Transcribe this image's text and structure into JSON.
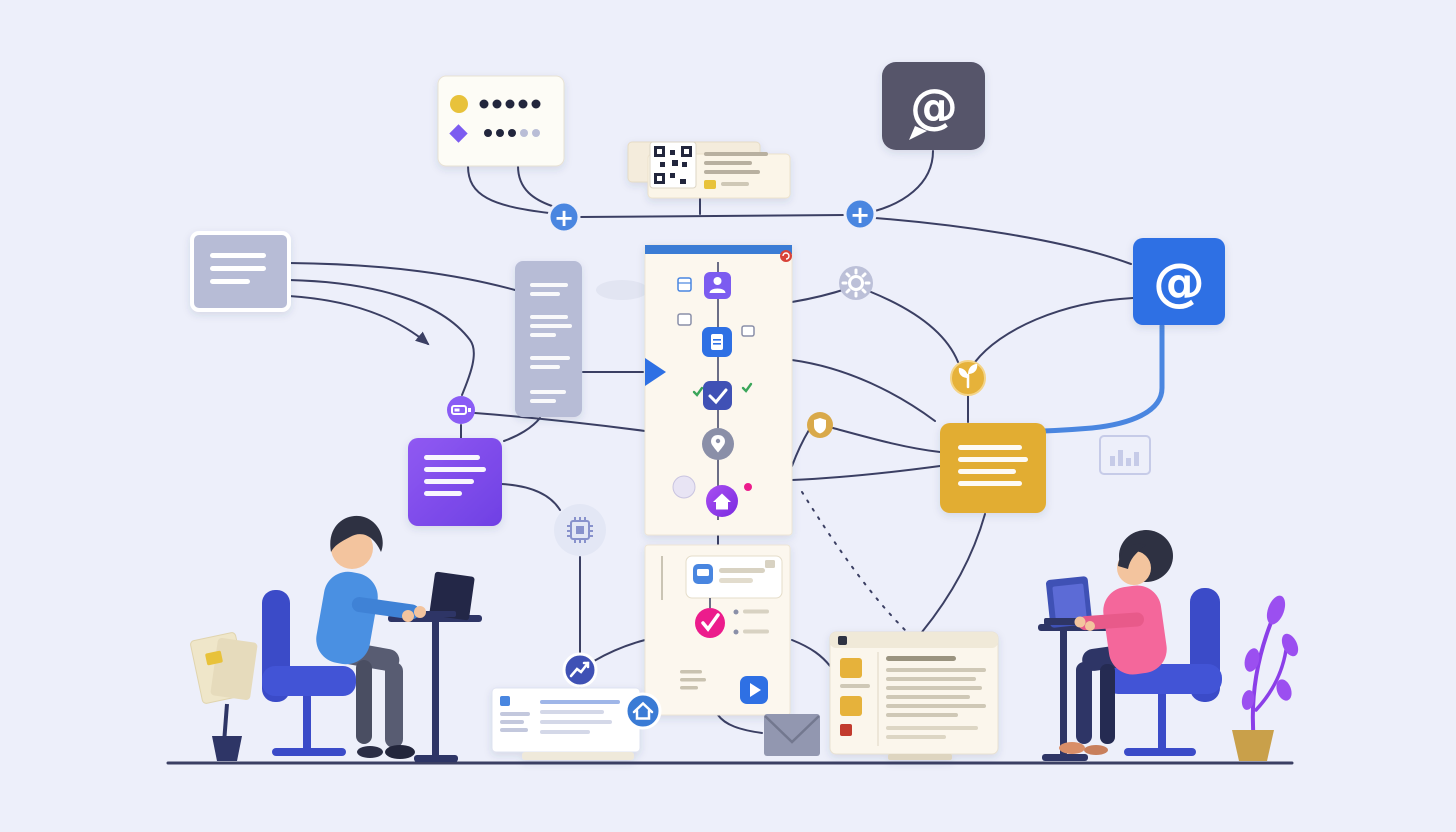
{
  "meta": {
    "description": "Flat illustration of two people working at desks connected by an automation flowchart of cards, badges and app windows",
    "background_color": "#edeffa",
    "floor_color": "#3b3f63"
  },
  "palette": {
    "navy_line": "#3b3f63",
    "blue": "#2f6fe4",
    "light_blue": "#4a86e0",
    "header_blue": "#3a7bd5",
    "purple": "#8a5cf5",
    "violet": "#7c5cf0",
    "gold": "#e6b23a",
    "cream_panel": "#fcf7ee",
    "slate": "#56546b",
    "gray_lavender": "#b7bcd6",
    "pink": "#ec1e8c",
    "indigo": "#3f51b5",
    "chair_blue": "#3b4bc8",
    "skin": "#f3c49e",
    "hair": "#2e3142",
    "shirt_blue": "#4a90e2",
    "top_pink": "#f4679b",
    "plant_purple": "#8b3fe8",
    "pot_gold": "#c9a04a"
  },
  "badges": {
    "plus_left": {
      "glyph": "+",
      "bg": "#4a86e0",
      "icon": "plus-icon"
    },
    "plus_right": {
      "glyph": "+",
      "bg": "#4a86e0",
      "icon": "plus-icon"
    },
    "chat_at": {
      "glyph": "@",
      "bg": "#56546b",
      "icon": "at-chat-bubble-icon"
    },
    "email_at": {
      "glyph": "@",
      "bg": "#2f6fe4",
      "icon": "at-sign-icon"
    },
    "gear": {
      "bg": "#bcc0d8",
      "icon": "gear-icon"
    },
    "sprout": {
      "bg": "#e6b23a",
      "icon": "sprout-icon"
    },
    "mini_shield": {
      "bg": "#d9a94a",
      "icon": "shield-icon"
    },
    "battery": {
      "bg": "#8a5cf5",
      "icon": "battery-icon"
    },
    "chip": {
      "bg": "#e3e7f5",
      "icon": "chip-icon"
    },
    "trend": {
      "bg": "#3f51b5",
      "icon": "trend-line-icon"
    },
    "home": {
      "bg": "#3a7bd5",
      "icon": "home-icon"
    },
    "refresh_red": {
      "bg": "#d84339",
      "icon": "refresh-icon"
    }
  },
  "cards": {
    "password_card": {
      "rows": [
        {
          "bullet": "yellow-circle",
          "dot_count": 5
        },
        {
          "bullet": "purple-diamond",
          "dot_count": 5
        }
      ]
    },
    "qr_card": {
      "icon": "qr-code-icon",
      "text_line_count": 3,
      "chip_color": "#e8c23a"
    },
    "left_note_card": {
      "text_line_count": 3
    },
    "tall_note_panel": {
      "text_line_count": 8
    },
    "purple_note_card": {
      "text_line_count": 4
    },
    "gold_note_card": {
      "text_line_count": 4
    },
    "mini_bar_chart": {
      "icon": "bar-chart-icon",
      "bar_count": 4
    }
  },
  "flow_panel_top": {
    "header_color": "#3a7bd5",
    "entry_marker": "play-triangle",
    "nodes": [
      {
        "icon": "user-icon",
        "bg": "#7c5cf0"
      },
      {
        "icon": "document-icon",
        "bg": "#2f6fe4"
      },
      {
        "icon": "check-icon",
        "bg": "#3f51b5"
      },
      {
        "icon": "location-pin-icon",
        "bg": "#8a8fa8"
      },
      {
        "icon": "home-icon",
        "bg": "#8b3fe8"
      }
    ]
  },
  "flow_panel_bottom": {
    "nodes": [
      {
        "icon": "chat-card-icon",
        "bg": "#4a86e0"
      },
      {
        "icon": "check-icon",
        "bg": "#ec1e8c"
      },
      {
        "icon": "play-icon",
        "bg": "#2f6fe4"
      }
    ]
  },
  "screens": {
    "browser_left": {
      "icon": "browser-window-icon",
      "text_line_count": 4
    },
    "dashboard_right": {
      "icon": "app-window-icon",
      "sidebar_blocks": [
        "#e6b23a",
        "#e6b23a",
        "#c23b2e"
      ],
      "text_line_count": 8
    },
    "envelope": {
      "icon": "mail-envelope-icon",
      "color": "#9297b0"
    }
  },
  "people": {
    "left": {
      "role": "man-at-desk",
      "shirt": "#4a90e2",
      "device": "laptop"
    },
    "right": {
      "role": "woman-at-desk",
      "top": "#f4679b",
      "device": "laptop"
    }
  }
}
